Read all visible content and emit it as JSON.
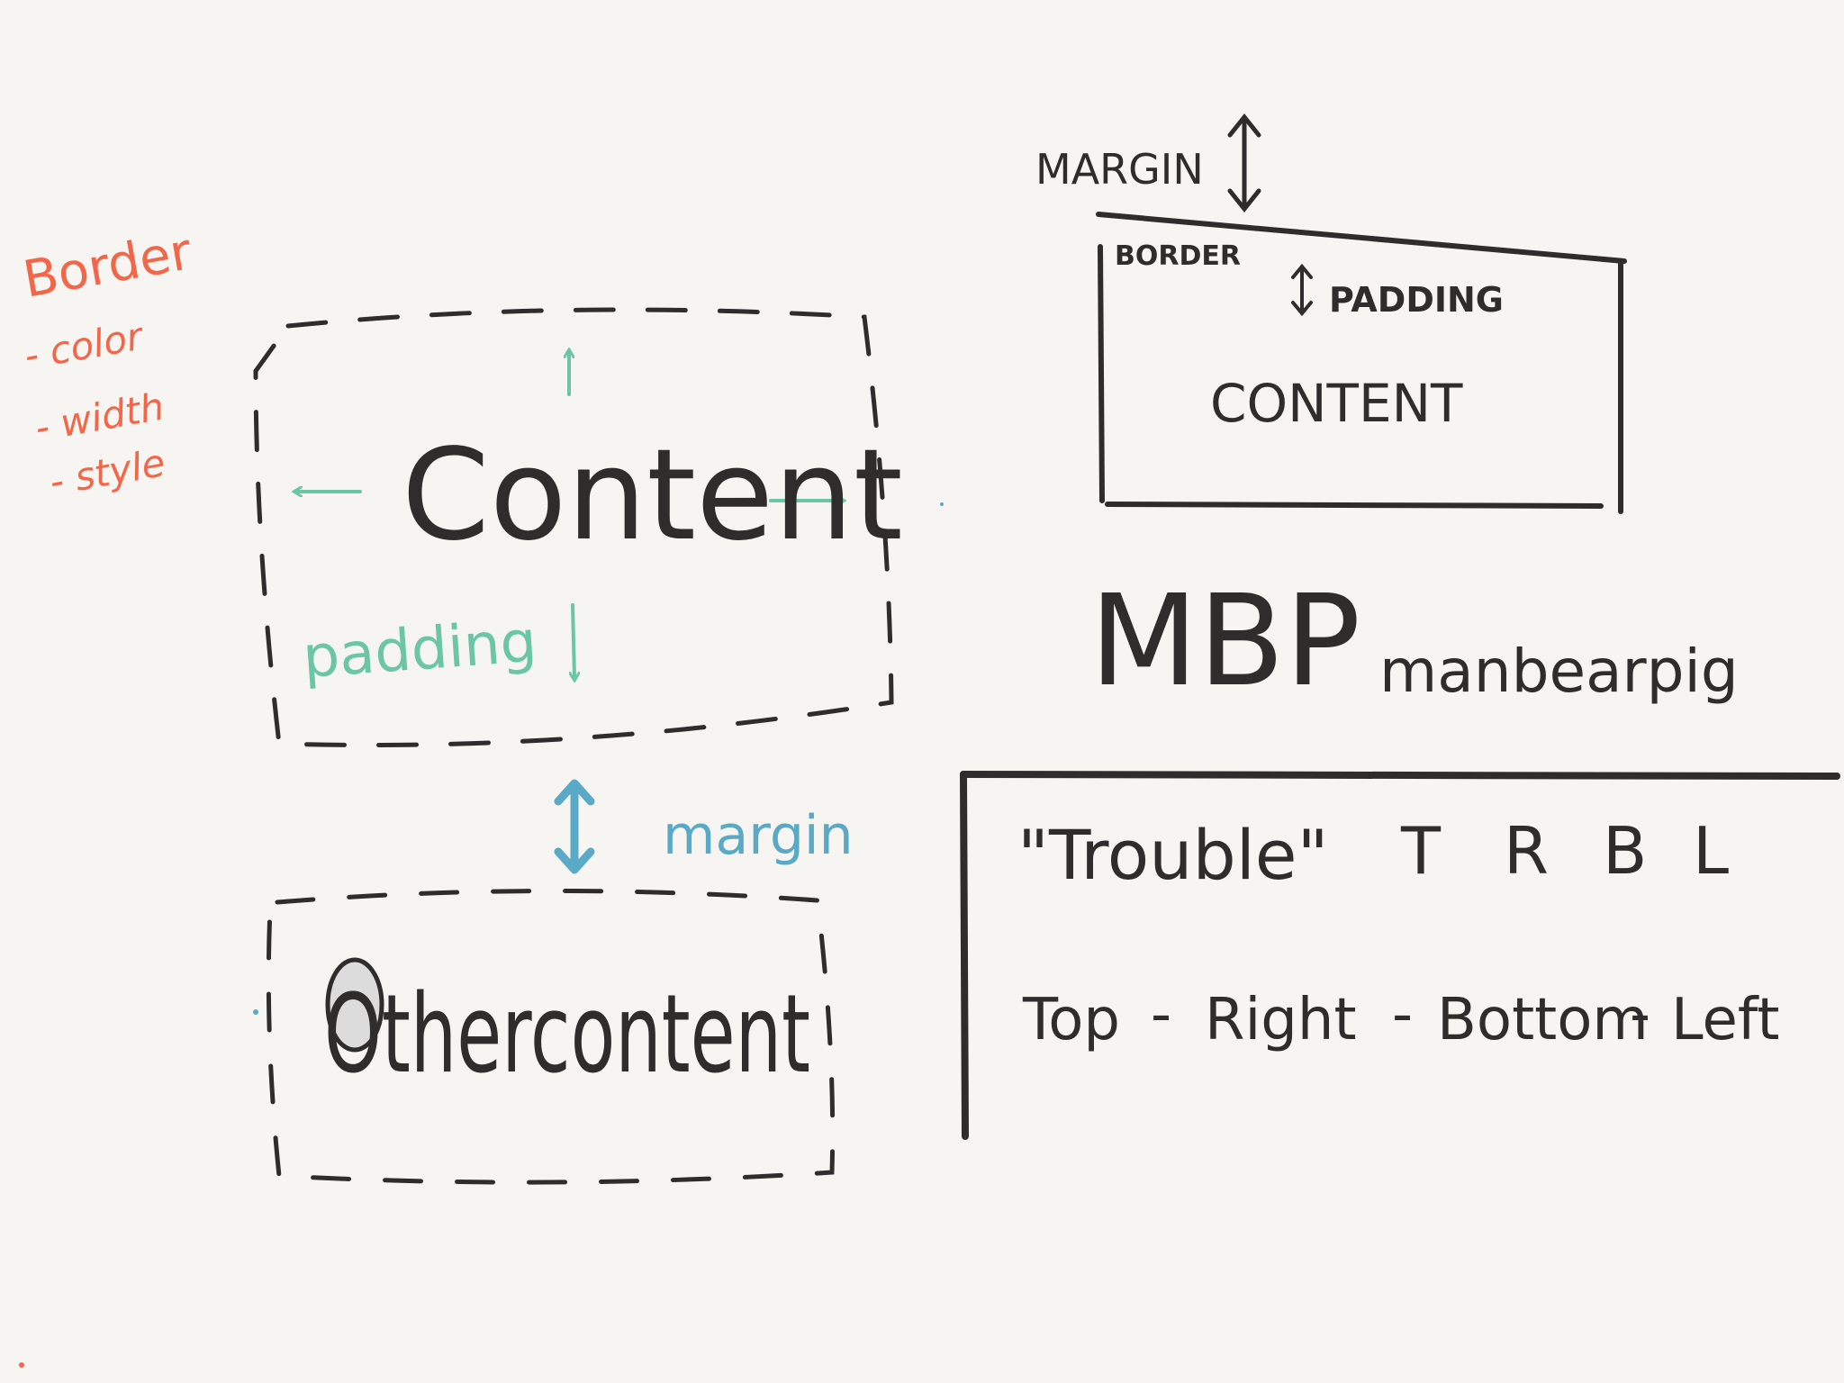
{
  "colors": {
    "background": "#f6f5f1",
    "ink": "#2e2d2b",
    "border_note": "#f2674a",
    "padding": "#6cc6a6",
    "margin": "#5aa9c6",
    "circle_fill": "#dcdcdc"
  },
  "left_diagram": {
    "border_note": {
      "title": "Border",
      "items": [
        "- color",
        "- width",
        "- style"
      ]
    },
    "content_label": "Content",
    "padding_label": "padding",
    "margin_label": "margin",
    "other_content_label": "Othercontent"
  },
  "right_diagram": {
    "margin_label": "MARGIN",
    "border_label": "BORDER",
    "padding_label": "PADDING",
    "content_label": "CONTENT"
  },
  "mnemonic": {
    "acronym": "MBP",
    "phrase": "manbearpig"
  },
  "trouble": {
    "word": "\"Trouble\"",
    "letters": [
      "T",
      "R",
      "B",
      "L"
    ],
    "expansion": [
      "Top",
      "Right",
      "Bottom",
      "Left"
    ],
    "separator": "-"
  }
}
